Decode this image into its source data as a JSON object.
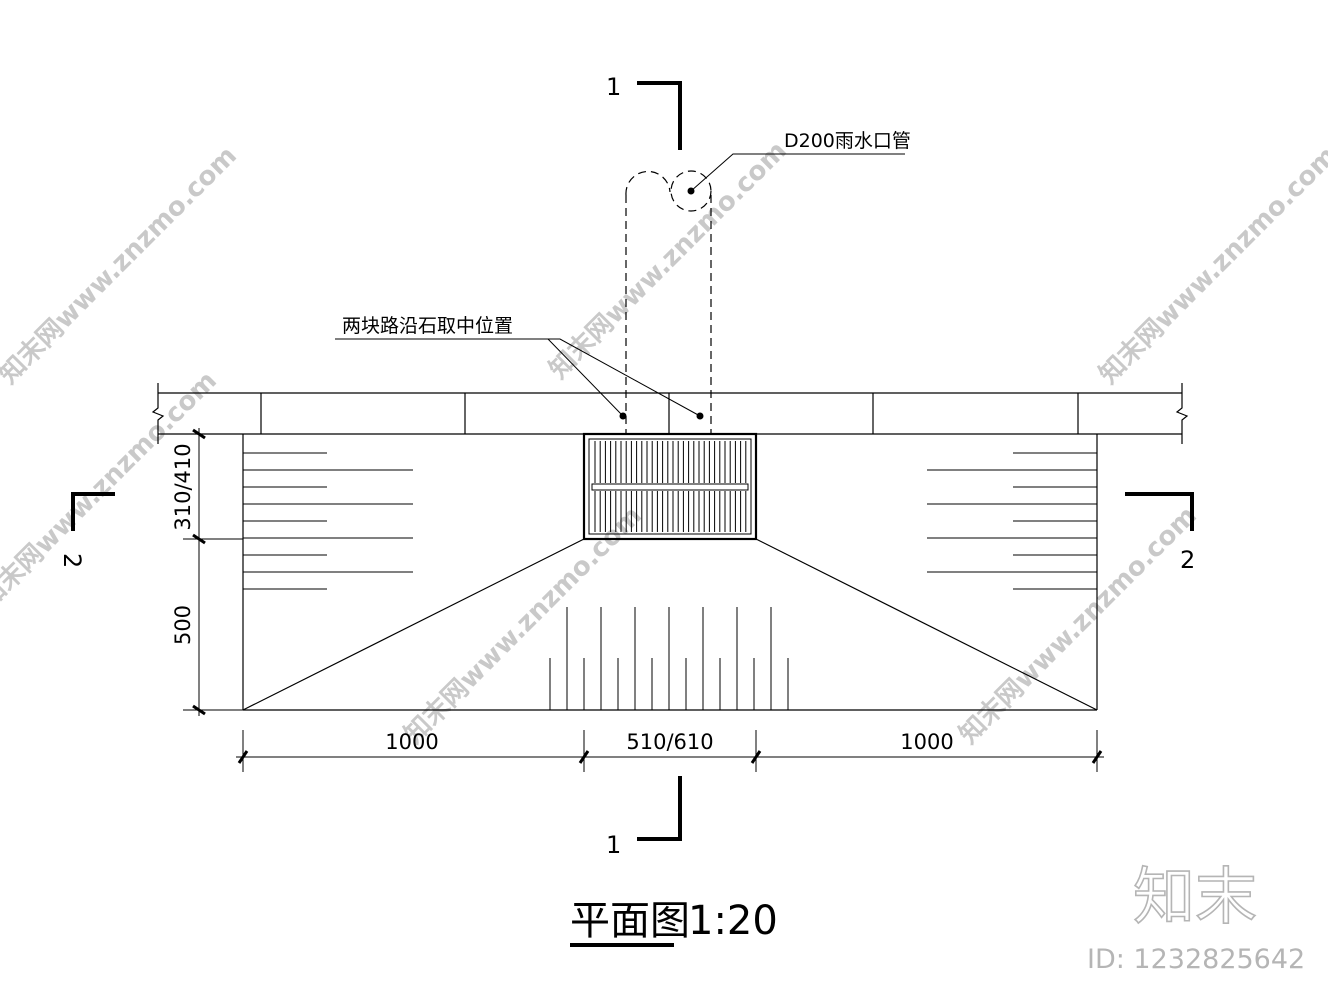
{
  "section_marks": {
    "top": "1",
    "bottom": "1",
    "left": "2",
    "right": "2"
  },
  "annotations": {
    "pipe": "D200雨水口管",
    "curb_position": "两块路沿石取中位置"
  },
  "dimensions": {
    "bottom_left": "1000",
    "bottom_middle": "510/610",
    "bottom_right": "1000",
    "left_upper": "310/410",
    "left_lower": "500"
  },
  "title": {
    "name": "平面图",
    "scale": "1:20"
  },
  "watermark": {
    "text": "知末网www.znzmo.com",
    "logo": "知末",
    "id": "ID: 1232825642"
  },
  "colors": {
    "line": "#000000",
    "watermark": "#c9c9c9"
  }
}
